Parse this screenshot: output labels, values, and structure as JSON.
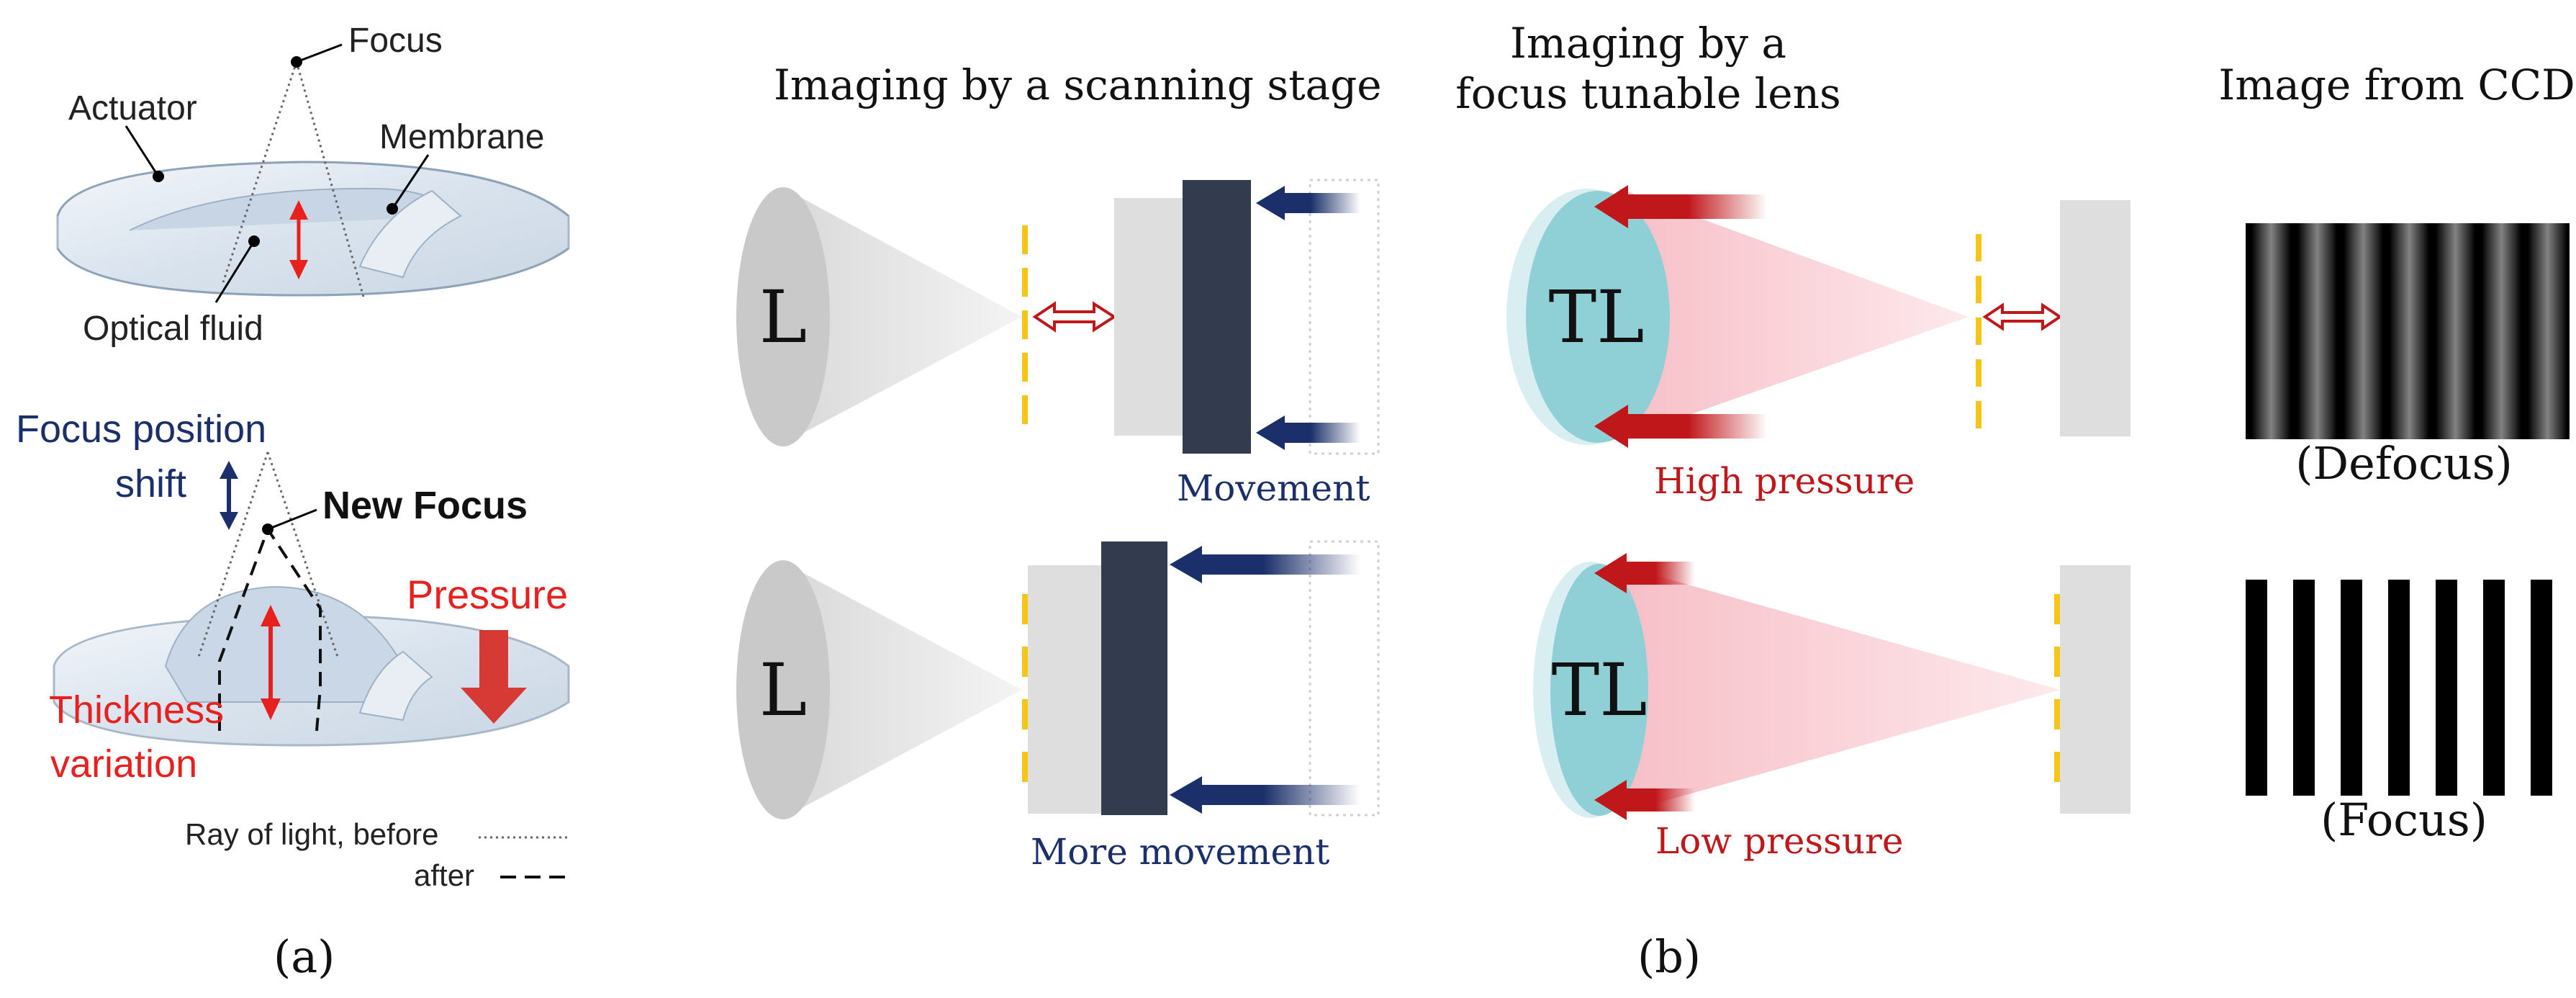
{
  "panel_a": {
    "labels": {
      "focus": "Focus",
      "actuator": "Actuator",
      "membrane": "Membrane",
      "optical_fluid": "Optical fluid",
      "focus_position": "Focus position",
      "shift": "shift",
      "new_focus": "New Focus",
      "pressure": "Pressure",
      "thickness": "Thickness",
      "variation": "variation",
      "ray_before": "Ray of light, before",
      "ray_after": "after"
    },
    "caption": "(a)"
  },
  "panel_b": {
    "caption": "(b)",
    "scanning": {
      "title": "Imaging by a scanning stage",
      "lens_label": "L",
      "movement": "Movement",
      "more_movement": "More movement"
    },
    "tunable": {
      "title_line1": "Imaging by a",
      "title_line2": "focus tunable lens",
      "lens_label": "TL",
      "high_pressure": "High pressure",
      "low_pressure": "Low pressure"
    },
    "ccd": {
      "title": "Image from CCD",
      "defocus": "(Defocus)",
      "focus": "(Focus)"
    }
  },
  "colors": {
    "red": "#e8201e",
    "dark_red": "#c0171a",
    "navy": "#1b2f6b",
    "dark_block": "#333c4e",
    "gray": "#dddddd",
    "yellow": "#f5c518",
    "teal": "#8fd0d6",
    "pink": "#f8c9cf"
  }
}
